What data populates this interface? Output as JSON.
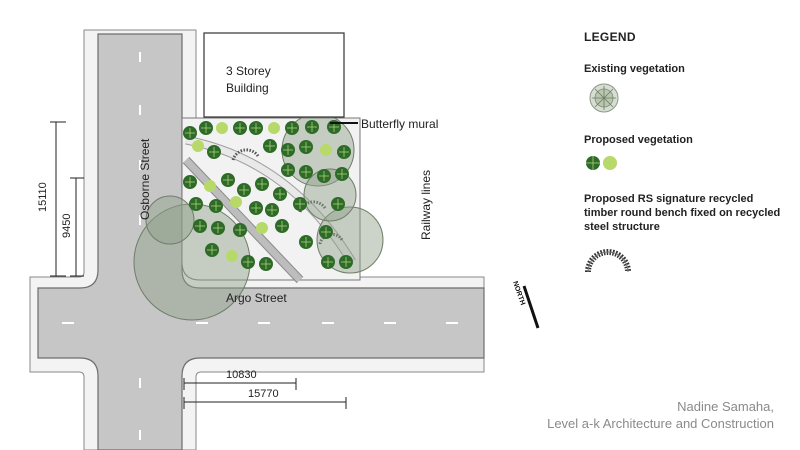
{
  "legend": {
    "title": "LEGEND",
    "items": [
      {
        "label": "Existing vegetation",
        "icon": "existing-tree-icon"
      },
      {
        "label": "Proposed vegetation",
        "icon": "proposed-plant-icon"
      },
      {
        "label": "Proposed RS signature recycled timber round bench  fixed on recycled steel structure",
        "icon": "round-bench-icon"
      }
    ]
  },
  "labels": {
    "building": [
      "3 Storey",
      "Building"
    ],
    "mural": "Butterfly mural",
    "osborne": "Osborne Street",
    "argo": "Argo Street",
    "railway": "Railway lines",
    "north": "NORTH"
  },
  "dimensions": {
    "vertical_outer": "15110",
    "vertical_inner": "9450",
    "horizontal_inner": "10830",
    "horizontal_outer": "15770"
  },
  "credit": {
    "line1": "Nadine Samaha,",
    "line2": "Level a-k Architecture and Construction"
  },
  "colors": {
    "road": "#c6c6c6",
    "curb": "#f2f2f2",
    "tree_dark": "#2f6b28",
    "tree_light": "#a9cf6a",
    "canopy": "#8f9f88"
  }
}
